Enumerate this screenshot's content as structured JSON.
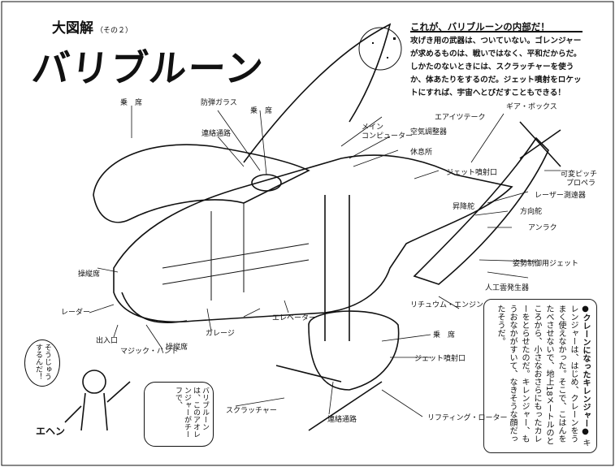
{
  "supertitle": {
    "main": "大図解",
    "sub": "（その２）"
  },
  "title": "バリブルーン",
  "description": {
    "heading": "これが、バリブルーンの内部だ！",
    "body": "攻げき用の武器は、ついていない。ゴレンジャーが求めるものは、戦いではなく、平和だからだ。しかたのないときには、スクラッチャーを使うか、体あたりをするのだ。ジェット噴射をロケットにすれば、宇宙へとびだすこともできる！"
  },
  "labels": {
    "passenger_seat_top": "乗　席",
    "bulletproof_glass": "防弾ガラス",
    "passenger_seat_mid": "乗　席",
    "corridor_top": "連絡通路",
    "air_tech": "エアイツテーク",
    "main_computer_1": "メイン",
    "main_computer_2": "コンピューター",
    "air_conditioner": "空気調整器",
    "rest_room": "休息所",
    "gearbox": "ギア・ボックス",
    "jet_nozzle_top": "ジェット噴射口",
    "variable_pitch_1": "可変ピッチ",
    "variable_pitch_2": "プロペラ",
    "laser_rangefinder": "レーザー測遠器",
    "elevator_rudder": "昇降舵",
    "rudder": "方向舵",
    "antenna": "アンラク",
    "attitude_jet": "姿勢制御用ジェット",
    "artificial_cloud": "人工雲発生器",
    "lithium_engine": "リチュウム・エンジン",
    "cockpit": "操縦席",
    "radar": "レーダー",
    "entrance": "出入口",
    "magic_hand": "マジック・ハンド",
    "observation_room": "操縦席",
    "garage": "ガレージ",
    "elevator": "エレベーター",
    "passenger_seat_bottom": "乗　席",
    "jet_nozzle_bottom": "ジェット噴射口",
    "scratcher": "スクラッチャー",
    "corridor_bottom": "連絡通路",
    "lifting_rotor": "リフティング・ローター"
  },
  "side_box": {
    "heading": "●クレーンになったキレンジャー●",
    "body": "キレンジャーは、はじめ、クレーンをうまく使えなかった。そこで、こはんをたべさせないで、地上18メートルのところから、小さなおさらにもったカレーをとらせたのだ。キレンジャー、もうおなかがすいて、なきそうな顔だったそうだ。"
  },
  "bubbles": {
    "left": "そうじゅうするんだ！",
    "right": "バリブルーンは、このアオレンジャーがチーフで、",
    "shout": "エヘン"
  }
}
